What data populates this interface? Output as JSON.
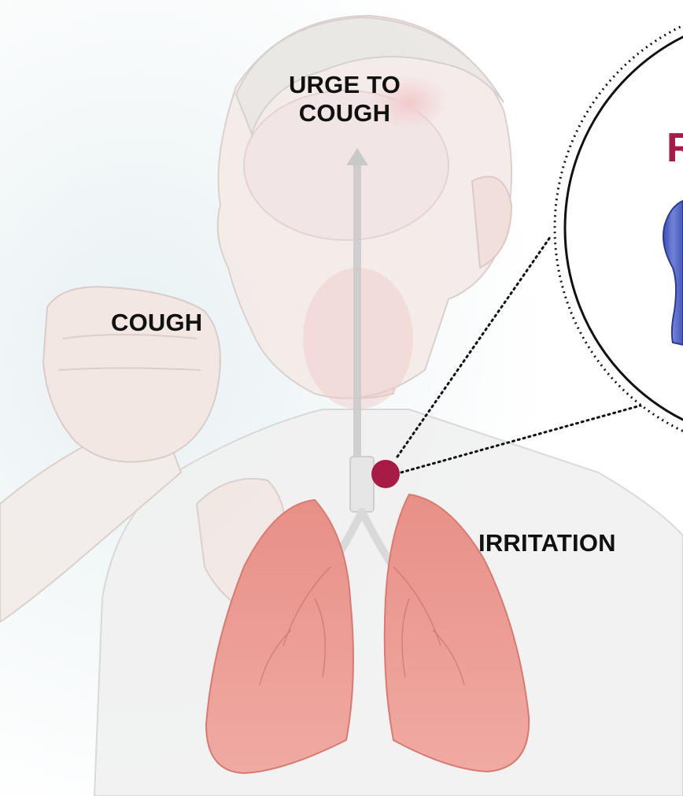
{
  "labels": {
    "urge_to_cough_line1": "URGE TO",
    "urge_to_cough_line2": "COUGH",
    "cough": "COUGH",
    "irritation": "IRRITATION"
  },
  "inset": {
    "partial_heading_letter": "R"
  },
  "colors": {
    "irritation_dot": "#a61c47",
    "inset_heading": "#a61c47",
    "receptor_fill": "#5b6fc8",
    "lung_fill": "#e8948c",
    "background": "#ffffff"
  },
  "icons": {
    "irritation_point": "red-dot-icon",
    "receptor": "receptor-icon",
    "signal_arrow": "arrow-up-icon"
  }
}
